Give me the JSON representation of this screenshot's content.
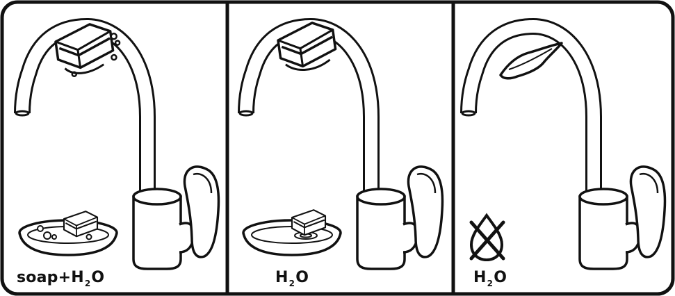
{
  "panels": [
    {
      "id": "wash",
      "caption_main": "soap+H",
      "caption_sub": "2",
      "caption_end": "O",
      "sponge_state": "soapy-sponge",
      "bowl": "soapy-water-bowl"
    },
    {
      "id": "rinse",
      "caption_main": "H",
      "caption_sub": "2",
      "caption_end": "O",
      "sponge_state": "wet-sponge",
      "bowl": "clean-water-bowl"
    },
    {
      "id": "dry",
      "caption_main": "H",
      "caption_sub": "2",
      "caption_end": "O",
      "sponge_state": "dry-cloth",
      "symbol": "no-water-drop-icon"
    }
  ],
  "colors": {
    "line": "#111111",
    "background": "#ffffff"
  }
}
